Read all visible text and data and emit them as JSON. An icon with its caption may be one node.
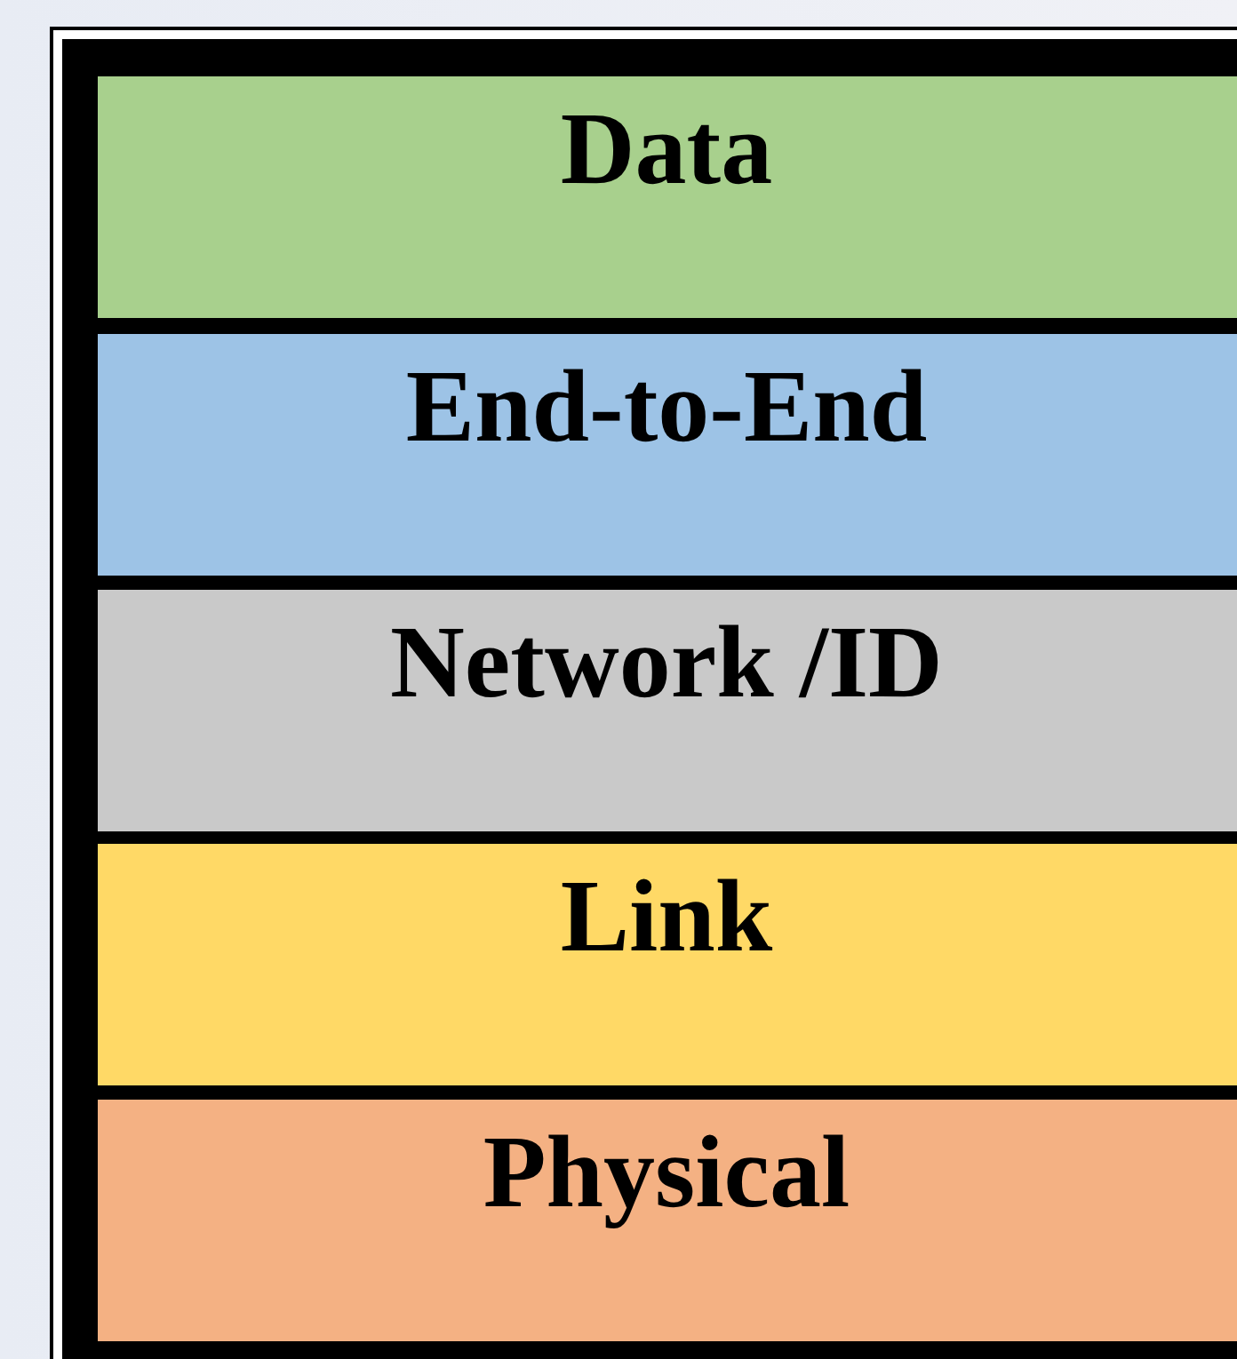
{
  "diagram": {
    "nodes": [
      {
        "text": [
          "Data"
        ]
      },
      {
        "text": [
          "End-to-End"
        ]
      },
      {
        "text": [
          "Network /ID"
        ]
      },
      {
        "text": [
          "Link"
        ]
      },
      {
        "text": [
          "Physical"
        ]
      }
    ]
  }
}
